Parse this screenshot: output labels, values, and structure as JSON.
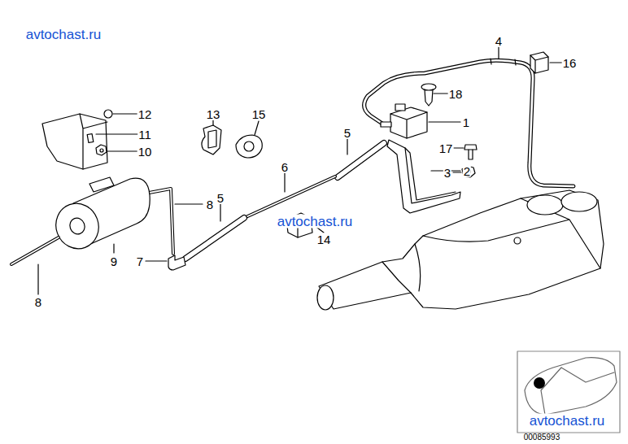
{
  "diagram": {
    "labels": [
      "avtochast.ru",
      "4",
      "16",
      "18",
      "12",
      "13",
      "15",
      "1",
      "11",
      "5",
      "10",
      "17",
      "6",
      "2",
      "3",
      "8",
      "5",
      "avtochast.ru",
      "14",
      "9",
      "7",
      "8",
      "avtochast.ru",
      "00085993"
    ]
  }
}
